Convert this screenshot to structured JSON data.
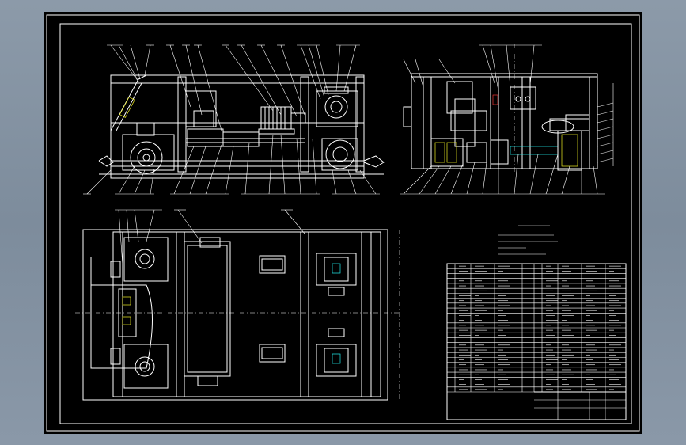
{
  "colors": {
    "background": "#8c9aa9",
    "sheet": "#000000",
    "line": "#ffffff",
    "accent_cyan": "#22eeee",
    "accent_yellow": "#eeee22",
    "accent_red": "#ee3333"
  },
  "drawing": {
    "views": [
      "front-elevation",
      "side-elevation",
      "plan-view"
    ],
    "parts_table_rows": 26,
    "parts_table_cols": 9
  }
}
